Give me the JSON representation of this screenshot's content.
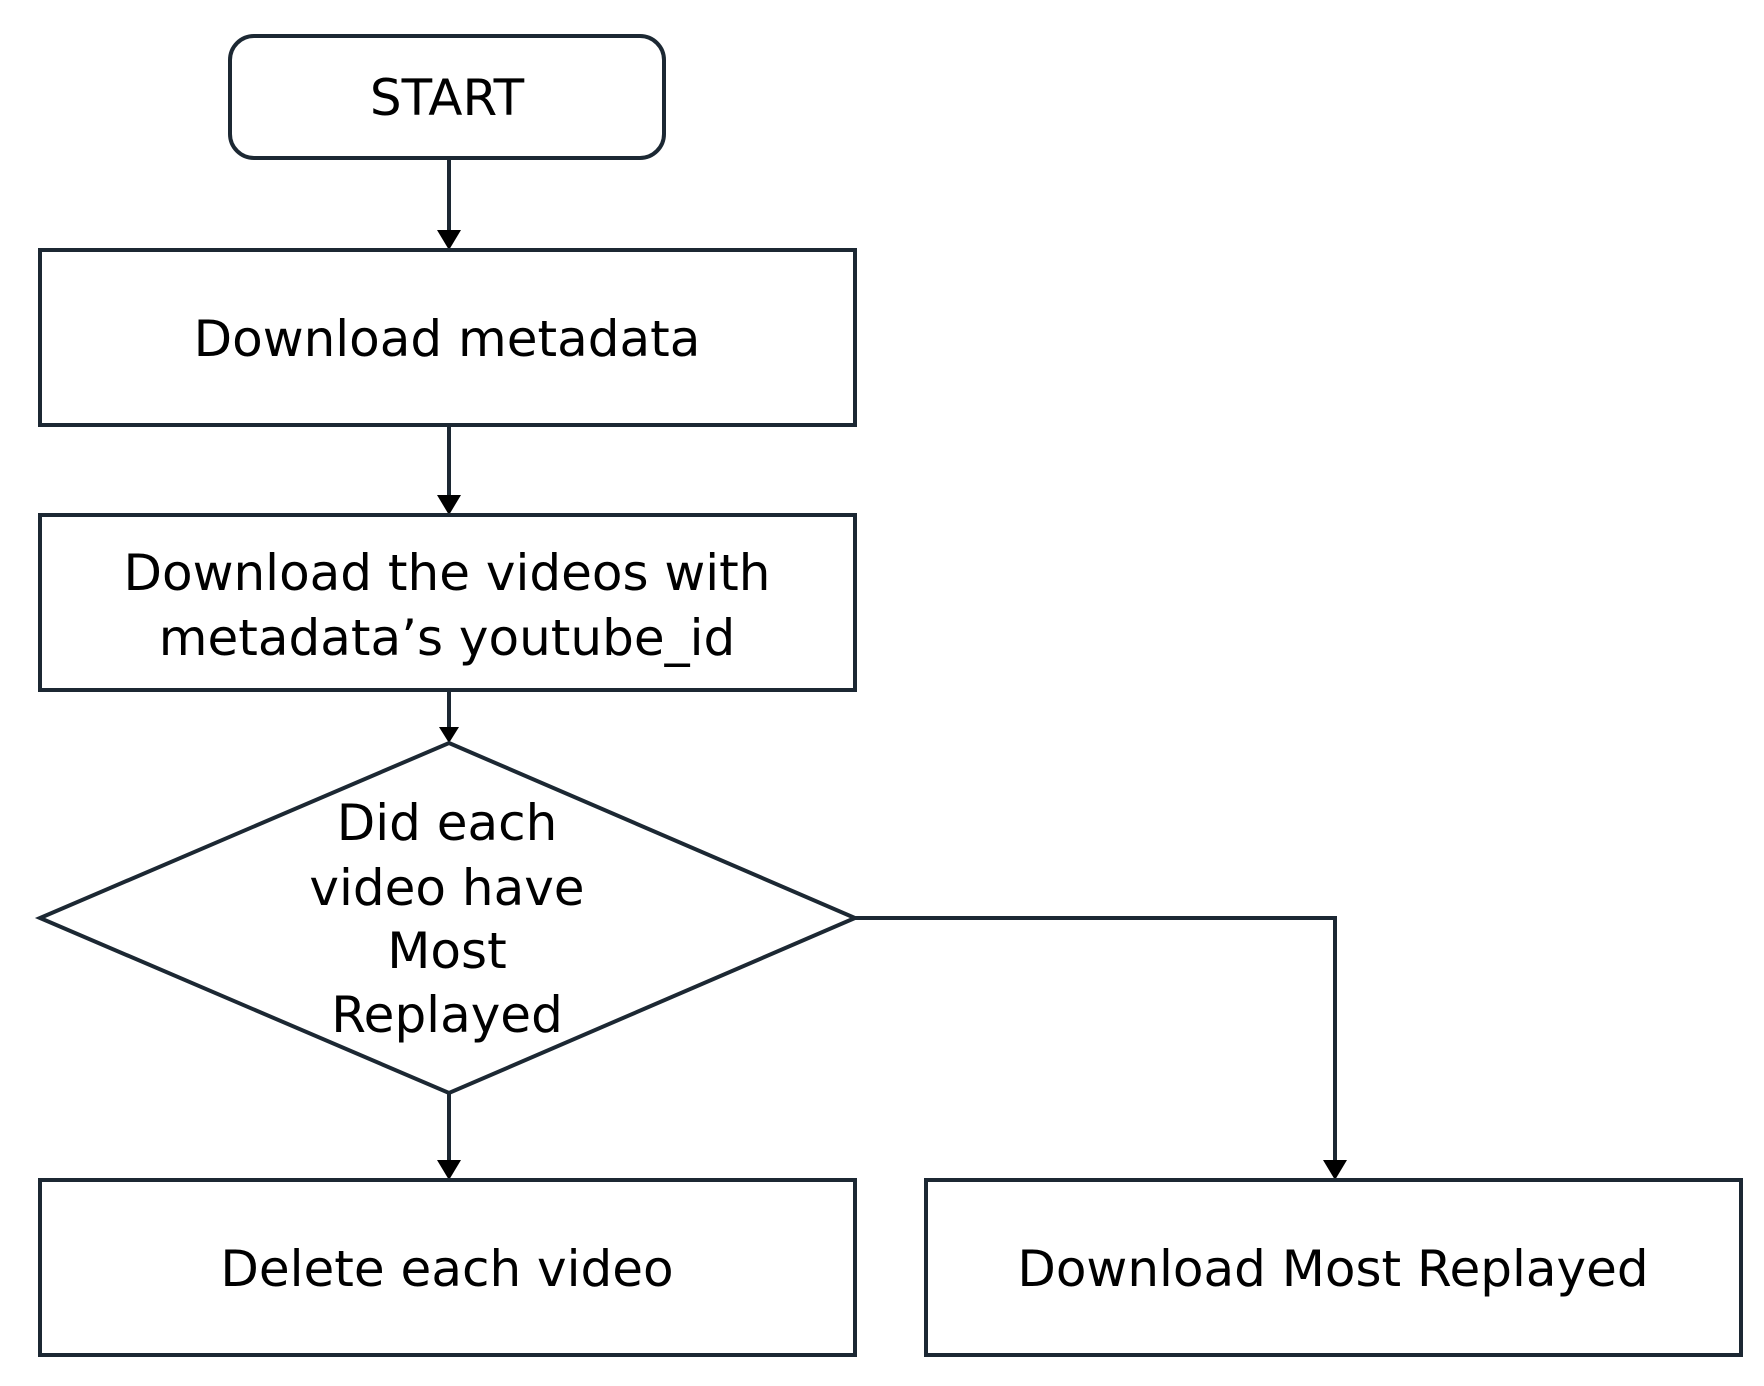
{
  "nodes": {
    "start": {
      "label": "START"
    },
    "download_metadata": {
      "label": "Download metadata"
    },
    "download_videos": {
      "line1": "Download the videos with",
      "line2": "metadata’s youtube_id"
    },
    "decision": {
      "line1": "Did each",
      "line2": "video have",
      "line3": "Most",
      "line4": "Replayed"
    },
    "delete_video": {
      "label": "Delete each video"
    },
    "download_most_replayed": {
      "label": "Download Most Replayed"
    }
  },
  "colors": {
    "stroke": "#1c2833",
    "text": "#000000",
    "background": "#ffffff"
  }
}
